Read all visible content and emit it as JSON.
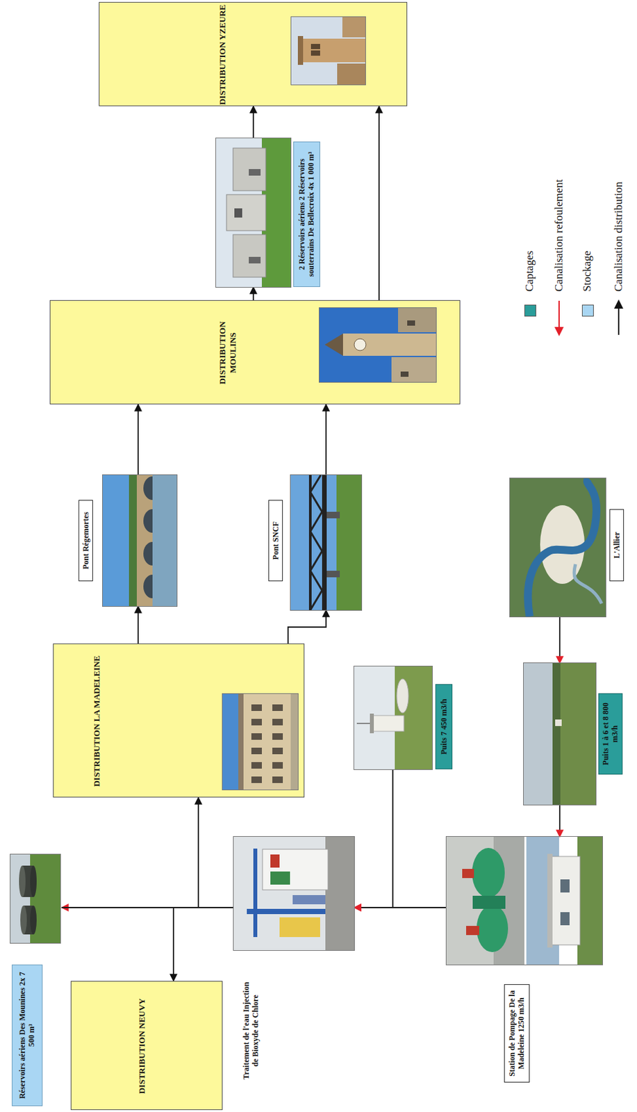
{
  "diagram": {
    "nodes": [
      {
        "text": [
          "DISTRIBUTION NEUVY"
        ]
      },
      {
        "text": [
          "Réservoirs aériens Des Mounines 2x 7 500 m³"
        ]
      },
      {
        "text": [
          "Traitement de l'eau Injection de Bioxyde de Chlore"
        ]
      },
      {
        "text": [
          "Station de Pompage De la Madeleine 1250 m3/h"
        ]
      },
      {
        "text": [
          "DISTRIBUTION LA MADELEINE"
        ]
      },
      {
        "text": [
          "Puits 7 450 m3/h"
        ]
      },
      {
        "text": [
          "Puits 1 à 6 et 8 800 m3/h"
        ]
      },
      {
        "text": [
          "Pont Régemortes"
        ]
      },
      {
        "text": [
          "Pont SNCF"
        ]
      },
      {
        "text": [
          "L'Allier"
        ]
      },
      {
        "text": [
          "DISTRIBUTION MOULINS"
        ]
      },
      {
        "text": [
          "2 Réservoirs aériens 2 Réservoirs souterrains De Bellecroix 4x 1 000 m³"
        ]
      },
      {
        "text": [
          "DISTRIBUTION YZEURE"
        ]
      }
    ],
    "edges": [
      {
        "from": 9,
        "to": 6,
        "arrow": "to"
      },
      {
        "from": 6,
        "to": 3,
        "arrow": "to"
      },
      {
        "from": 3,
        "to": 2,
        "arrow": "to"
      },
      {
        "from": 5,
        "to": 2,
        "arrow": "to"
      },
      {
        "from": 2,
        "to": 1,
        "arrow": "to"
      },
      {
        "from": 1,
        "to": 0,
        "arrow": "to"
      },
      {
        "from": 1,
        "to": 4,
        "arrow": "to"
      },
      {
        "from": 4,
        "to": 7,
        "arrow": "to"
      },
      {
        "from": 4,
        "to": 8,
        "arrow": "to"
      },
      {
        "from": 7,
        "to": 10,
        "arrow": "to"
      },
      {
        "from": 8,
        "to": 10,
        "arrow": "to"
      },
      {
        "from": 10,
        "to": 11,
        "arrow": "to"
      },
      {
        "from": 11,
        "to": 12,
        "arrow": "to"
      },
      {
        "from": 10,
        "to": 12,
        "arrow": "to"
      }
    ],
    "legend": [
      {
        "text": "Captages",
        "color": "#2a9d9a"
      },
      {
        "text": "Canalisation refoulement"
      },
      {
        "text": "Stockage",
        "color": "#a9d6f3"
      },
      {
        "text": "Canalisation distribution"
      }
    ]
  }
}
